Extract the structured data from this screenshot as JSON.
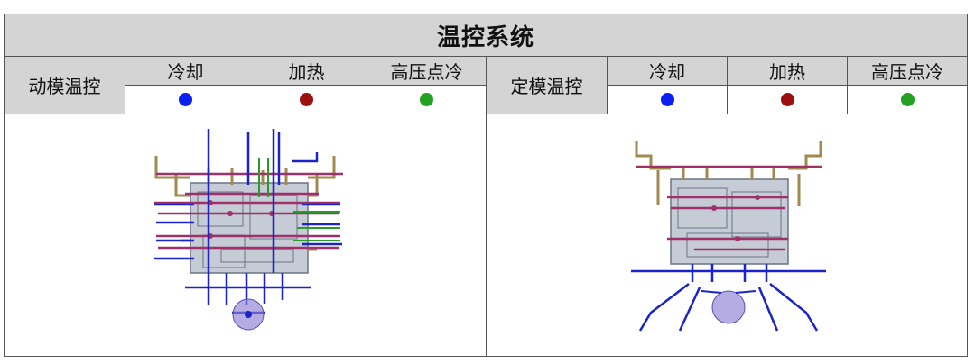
{
  "title": "温控系统",
  "left": {
    "label": "动模温控",
    "cols": [
      {
        "label": "冷却",
        "dot_color": "#0a1ff0"
      },
      {
        "label": "加热",
        "dot_color": "#9b1010"
      },
      {
        "label": "高压点冷",
        "dot_color": "#22a022"
      }
    ]
  },
  "right": {
    "label": "定模温控",
    "cols": [
      {
        "label": "冷却",
        "dot_color": "#0a1ff0"
      },
      {
        "label": "加热",
        "dot_color": "#9b1010"
      },
      {
        "label": "高压点冷",
        "dot_color": "#22a022"
      }
    ]
  },
  "colors": {
    "cooling": "#1a24c8",
    "heating": "#a0306a",
    "spot_cooling": "#2a9a2a",
    "mold_body": "#9aa4b4",
    "fittings": "#a08a50"
  }
}
